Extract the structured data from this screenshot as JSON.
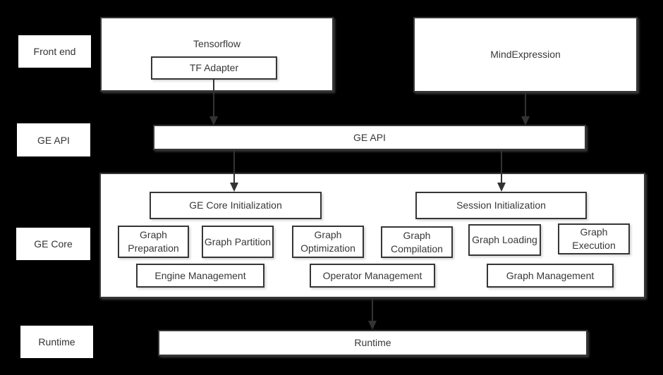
{
  "side_labels": {
    "front_end": "Front end",
    "ge_api": "GE API",
    "ge_core": "GE Core",
    "runtime": "Runtime"
  },
  "nodes": {
    "tensorflow": "Tensorflow",
    "tf_adapter": "TF Adapter",
    "mind_expression": "MindExpression",
    "ge_api_bar": "GE API",
    "ge_core_initialization": "GE Core Initialization",
    "session_initialization": "Session Initialization",
    "graph_preparation": "Graph Preparation",
    "graph_partition": "Graph Partition",
    "graph_optimization": "Graph Optimization",
    "graph_compilation": "Graph Compilation",
    "graph_loading": "Graph Loading",
    "graph_execution": "Graph Execution",
    "engine_management": "Engine Management",
    "operator_management": "Operator Management",
    "graph_management": "Graph Management",
    "runtime_bar": "Runtime"
  },
  "colors": {
    "background": "#000000",
    "box_fill": "#ffffff",
    "box_border": "#363636",
    "text": "#333333",
    "arrow": "#333333"
  }
}
